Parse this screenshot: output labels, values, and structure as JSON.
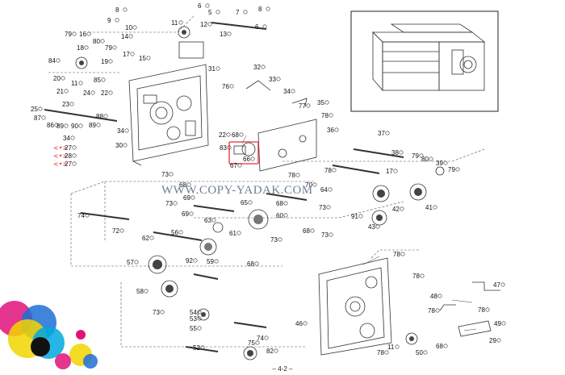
{
  "watermark": "WWW.COPY-YADAK.COM",
  "page_number": "– 4-2 –",
  "highlighted_part": "66",
  "callouts": [
    {
      "id": "c8a",
      "label": "8"
    },
    {
      "id": "c6a",
      "label": "6"
    },
    {
      "id": "c5",
      "label": "5"
    },
    {
      "id": "c7",
      "label": "7"
    },
    {
      "id": "c8b",
      "label": "8"
    },
    {
      "id": "c9",
      "label": "9"
    },
    {
      "id": "c10",
      "label": "10"
    },
    {
      "id": "c11",
      "label": "11"
    },
    {
      "id": "c12",
      "label": "12"
    },
    {
      "id": "c13",
      "label": "13"
    },
    {
      "id": "c6b",
      "label": "6"
    },
    {
      "id": "c79a",
      "label": "79"
    },
    {
      "id": "c16",
      "label": "16"
    },
    {
      "id": "c80a",
      "label": "80"
    },
    {
      "id": "c79b",
      "label": "79"
    },
    {
      "id": "c18",
      "label": "18"
    },
    {
      "id": "c14",
      "label": "14"
    },
    {
      "id": "c17",
      "label": "17"
    },
    {
      "id": "c84",
      "label": "84"
    },
    {
      "id": "c19",
      "label": "19"
    },
    {
      "id": "c15",
      "label": "15"
    },
    {
      "id": "c31",
      "label": "31"
    },
    {
      "id": "c32",
      "label": "32"
    },
    {
      "id": "c20",
      "label": "20"
    },
    {
      "id": "c11b",
      "label": "11"
    },
    {
      "id": "c85a",
      "label": "85"
    },
    {
      "id": "c76",
      "label": "76"
    },
    {
      "id": "c33",
      "label": "33"
    },
    {
      "id": "c24",
      "label": "24"
    },
    {
      "id": "c21",
      "label": "21"
    },
    {
      "id": "c22",
      "label": "22"
    },
    {
      "id": "c34a",
      "label": "34"
    },
    {
      "id": "c77",
      "label": "77"
    },
    {
      "id": "c35",
      "label": "35"
    },
    {
      "id": "c25",
      "label": "25"
    },
    {
      "id": "c23",
      "label": "23"
    },
    {
      "id": "c78a",
      "label": "78"
    },
    {
      "id": "c87",
      "label": "87"
    },
    {
      "id": "c88",
      "label": "88"
    },
    {
      "id": "c86",
      "label": "86"
    },
    {
      "id": "c89",
      "label": "89"
    },
    {
      "id": "c90",
      "label": "90"
    },
    {
      "id": "c89b",
      "label": "89"
    },
    {
      "id": "c34b",
      "label": "34"
    },
    {
      "id": "c36",
      "label": "36"
    },
    {
      "id": "c37",
      "label": "37"
    },
    {
      "id": "c22b",
      "label": "22"
    },
    {
      "id": "c68a",
      "label": "68"
    },
    {
      "id": "c34c",
      "label": "34"
    },
    {
      "id": "c30",
      "label": "30"
    },
    {
      "id": "c83",
      "label": "83"
    },
    {
      "id": "c66",
      "label": "66"
    },
    {
      "id": "c38",
      "label": "38"
    },
    {
      "id": "c27a",
      "label": "27"
    },
    {
      "id": "c28",
      "label": "28"
    },
    {
      "id": "c27b",
      "label": "27"
    },
    {
      "id": "c67",
      "label": "67"
    },
    {
      "id": "c79c",
      "label": "79"
    },
    {
      "id": "c80b",
      "label": "80"
    },
    {
      "id": "c39",
      "label": "39"
    },
    {
      "id": "c17b",
      "label": "17"
    },
    {
      "id": "c78b",
      "label": "78"
    },
    {
      "id": "c79d",
      "label": "79"
    },
    {
      "id": "c73a",
      "label": "73"
    },
    {
      "id": "c68b",
      "label": "68"
    },
    {
      "id": "c78c",
      "label": "78"
    },
    {
      "id": "c70",
      "label": "70"
    },
    {
      "id": "c64",
      "label": "64"
    },
    {
      "id": "c69a",
      "label": "69"
    },
    {
      "id": "c65",
      "label": "65"
    },
    {
      "id": "c68c",
      "label": "68"
    },
    {
      "id": "c73b",
      "label": "73"
    },
    {
      "id": "c60",
      "label": "60"
    },
    {
      "id": "c73c",
      "label": "73"
    },
    {
      "id": "c91",
      "label": "91"
    },
    {
      "id": "c42",
      "label": "42"
    },
    {
      "id": "c41",
      "label": "41"
    },
    {
      "id": "c74",
      "label": "74"
    },
    {
      "id": "c69b",
      "label": "69"
    },
    {
      "id": "c63",
      "label": "63"
    },
    {
      "id": "c43",
      "label": "43"
    },
    {
      "id": "c72",
      "label": "72"
    },
    {
      "id": "c56",
      "label": "56"
    },
    {
      "id": "c61",
      "label": "61"
    },
    {
      "id": "c68d",
      "label": "68"
    },
    {
      "id": "c73d",
      "label": "73"
    },
    {
      "id": "c62",
      "label": "62"
    },
    {
      "id": "c59",
      "label": "59"
    },
    {
      "id": "c73e",
      "label": "73"
    },
    {
      "id": "c78d",
      "label": "78"
    },
    {
      "id": "c57",
      "label": "57"
    },
    {
      "id": "c92",
      "label": "92"
    },
    {
      "id": "c68e",
      "label": "68"
    },
    {
      "id": "c58",
      "label": "58"
    },
    {
      "id": "c78e",
      "label": "78"
    },
    {
      "id": "c47",
      "label": "47"
    },
    {
      "id": "c48",
      "label": "48"
    },
    {
      "id": "c78f",
      "label": "78"
    },
    {
      "id": "c73f",
      "label": "73"
    },
    {
      "id": "c54",
      "label": "54"
    },
    {
      "id": "c53",
      "label": "53"
    },
    {
      "id": "c78g",
      "label": "78"
    },
    {
      "id": "c55",
      "label": "55"
    },
    {
      "id": "c46",
      "label": "46"
    },
    {
      "id": "c74b",
      "label": "74"
    },
    {
      "id": "c49",
      "label": "49"
    },
    {
      "id": "c29",
      "label": "29"
    },
    {
      "id": "c52",
      "label": "52"
    },
    {
      "id": "c75",
      "label": "75"
    },
    {
      "id": "c82",
      "label": "82"
    },
    {
      "id": "c78h",
      "label": "78"
    },
    {
      "id": "c11c",
      "label": "11"
    },
    {
      "id": "c50",
      "label": "50"
    },
    {
      "id": "c68f",
      "label": "68"
    }
  ]
}
